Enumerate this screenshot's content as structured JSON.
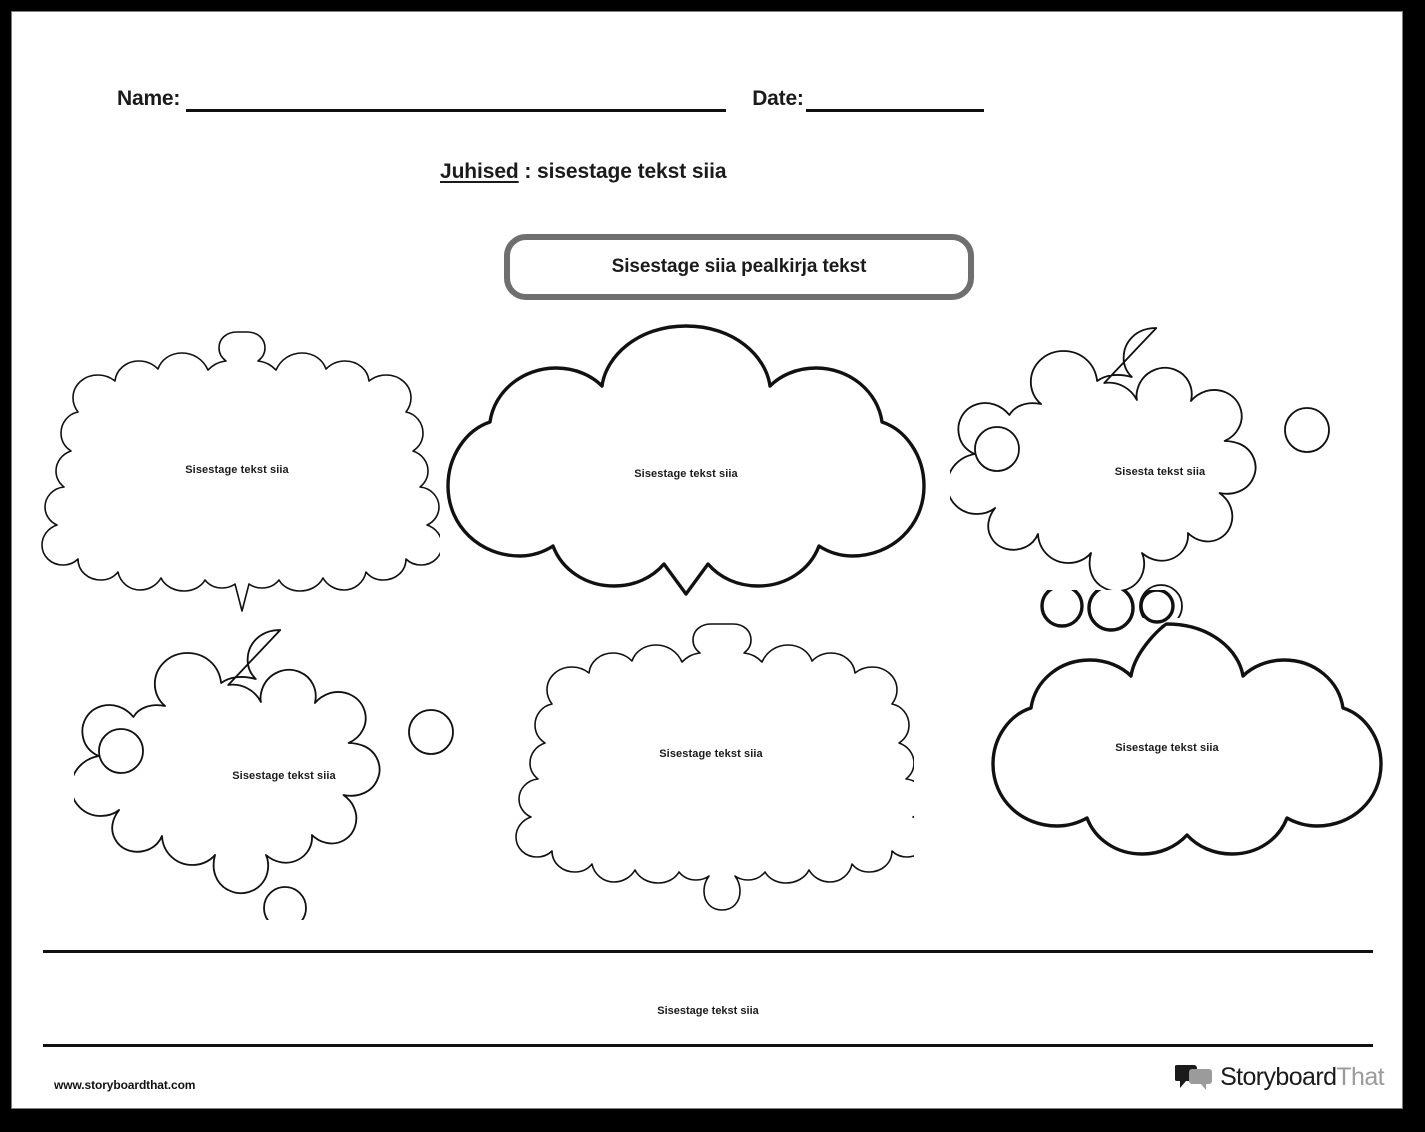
{
  "page": {
    "border_color": "#000000",
    "page_border_color": "#7d7d7d",
    "background": "#ffffff"
  },
  "header": {
    "name_label": "Name:",
    "date_label": "Date:"
  },
  "instructions": {
    "lead": "Juhised",
    "rest": " : sisestage tekst siia"
  },
  "title": {
    "text": "Sisestage siia pealkirja tekst",
    "border_color": "#6f6f6f"
  },
  "clouds": [
    {
      "id": "cloud-1",
      "shape": "scalloped-cloud",
      "label": "Sisestage tekst siia"
    },
    {
      "id": "cloud-2",
      "shape": "classic-cloud",
      "label": "Sisestage tekst siia"
    },
    {
      "id": "cloud-3",
      "shape": "splat-cloud",
      "label": "Sisesta tekst siia"
    },
    {
      "id": "cloud-4",
      "shape": "splat-cloud",
      "label": "Sisestage tekst siia"
    },
    {
      "id": "cloud-5",
      "shape": "scalloped-cloud",
      "label": "Sisestage tekst siia"
    },
    {
      "id": "cloud-6",
      "shape": "classic-cloud",
      "label": "Sisestage tekst siia"
    }
  ],
  "bottom_band": {
    "text": "Sisestage tekst siia"
  },
  "footer": {
    "url": "www.storyboardthat.com",
    "brand_primary": "Storyboard",
    "brand_secondary": "That",
    "brand_primary_color": "#1a1a1a",
    "brand_secondary_color": "#9b9b9b"
  }
}
